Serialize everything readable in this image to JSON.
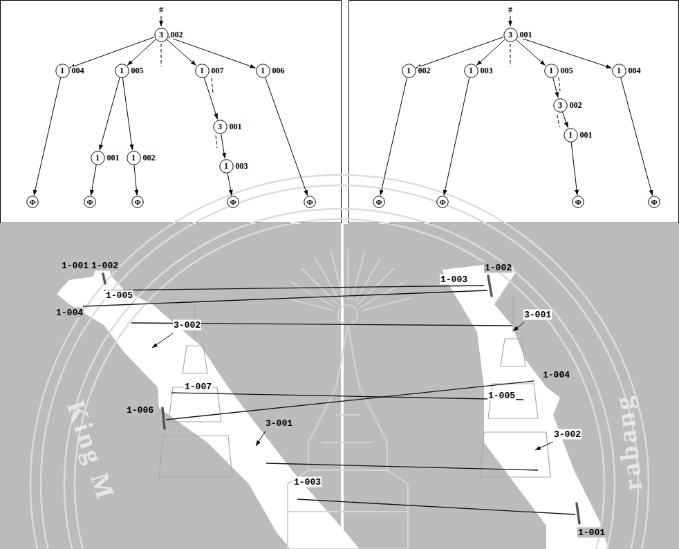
{
  "diagram": {
    "nodes": [
      {
        "text": [
          "3",
          "002"
        ]
      },
      {
        "text": [
          "1",
          "004"
        ]
      },
      {
        "text": [
          "1",
          "005"
        ]
      },
      {
        "text": [
          "1",
          "007"
        ]
      },
      {
        "text": [
          "1",
          "006"
        ]
      },
      {
        "text": [
          "3",
          "001"
        ]
      },
      {
        "text": [
          "1",
          "001"
        ]
      },
      {
        "text": [
          "1",
          "002"
        ]
      },
      {
        "text": [
          "1",
          "003"
        ]
      },
      {
        "text": [
          "Φ"
        ]
      },
      {
        "text": [
          "Φ"
        ]
      },
      {
        "text": [
          "Φ"
        ]
      },
      {
        "text": [
          "Φ"
        ]
      },
      {
        "text": [
          "Φ"
        ]
      },
      {
        "text": [
          "3",
          "001"
        ]
      },
      {
        "text": [
          "1",
          "002"
        ]
      },
      {
        "text": [
          "1",
          "003"
        ]
      },
      {
        "text": [
          "1",
          "005"
        ]
      },
      {
        "text": [
          "1",
          "004"
        ]
      },
      {
        "text": [
          "3",
          "002"
        ]
      },
      {
        "text": [
          "1",
          "001"
        ]
      },
      {
        "text": [
          "Φ"
        ]
      },
      {
        "text": [
          "Φ"
        ]
      },
      {
        "text": [
          "Φ"
        ]
      },
      {
        "text": [
          "Φ"
        ]
      }
    ],
    "edges": [
      {
        "from": 0,
        "to": 1,
        "arrow": "to"
      },
      {
        "from": 0,
        "to": 2,
        "arrow": "to"
      },
      {
        "from": 0,
        "to": 3,
        "arrow": "to"
      },
      {
        "from": 0,
        "to": 4,
        "arrow": "to"
      },
      {
        "from": 2,
        "to": 6,
        "arrow": "to"
      },
      {
        "from": 2,
        "to": 7,
        "arrow": "to"
      },
      {
        "from": 3,
        "to": 5,
        "arrow": "to"
      },
      {
        "from": 5,
        "to": 8,
        "arrow": "to"
      },
      {
        "from": 1,
        "to": 9,
        "arrow": "to"
      },
      {
        "from": 6,
        "to": 10,
        "arrow": "to"
      },
      {
        "from": 7,
        "to": 11,
        "arrow": "to"
      },
      {
        "from": 8,
        "to": 12,
        "arrow": "to"
      },
      {
        "from": 4,
        "to": 13,
        "arrow": "to"
      },
      {
        "from": 14,
        "to": 15,
        "arrow": "to"
      },
      {
        "from": 14,
        "to": 16,
        "arrow": "to"
      },
      {
        "from": 14,
        "to": 17,
        "arrow": "to"
      },
      {
        "from": 14,
        "to": 18,
        "arrow": "to"
      },
      {
        "from": 17,
        "to": 19,
        "arrow": "to"
      },
      {
        "from": 19,
        "to": 20,
        "arrow": "to"
      },
      {
        "from": 15,
        "to": 21,
        "arrow": "to"
      },
      {
        "from": 16,
        "to": 22,
        "arrow": "to"
      },
      {
        "from": 20,
        "to": 23,
        "arrow": "to"
      },
      {
        "from": 18,
        "to": 24,
        "arrow": "to"
      }
    ],
    "labels": [
      "#",
      "#",
      "1-001",
      "1-002",
      "1-005",
      "1-004",
      "3-002",
      "1-007",
      "1-006",
      "3-001",
      "1-003",
      "1-002",
      "1-003",
      "3-001",
      "1-004",
      "1-005",
      "3-002",
      "1-001",
      "King M",
      "rabang"
    ]
  }
}
